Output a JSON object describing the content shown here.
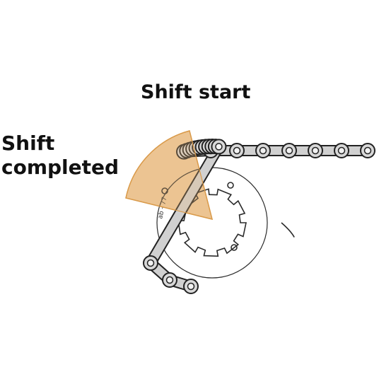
{
  "labels": {
    "shift_start": "Shift start",
    "shift_completed_line1": "Shift",
    "shift_completed_line2": "completed",
    "sprocket_marking": "ab - 77"
  },
  "colors": {
    "zone_fill": "#e8b87a",
    "zone_stroke": "#d99a4a",
    "chain_plate": "#c8c8c8",
    "chain_stroke": "#222222",
    "sprocket_stroke": "#2a2a2a"
  },
  "icons": {
    "chain": "roller-chain",
    "sprocket": "cassette-sprocket"
  }
}
